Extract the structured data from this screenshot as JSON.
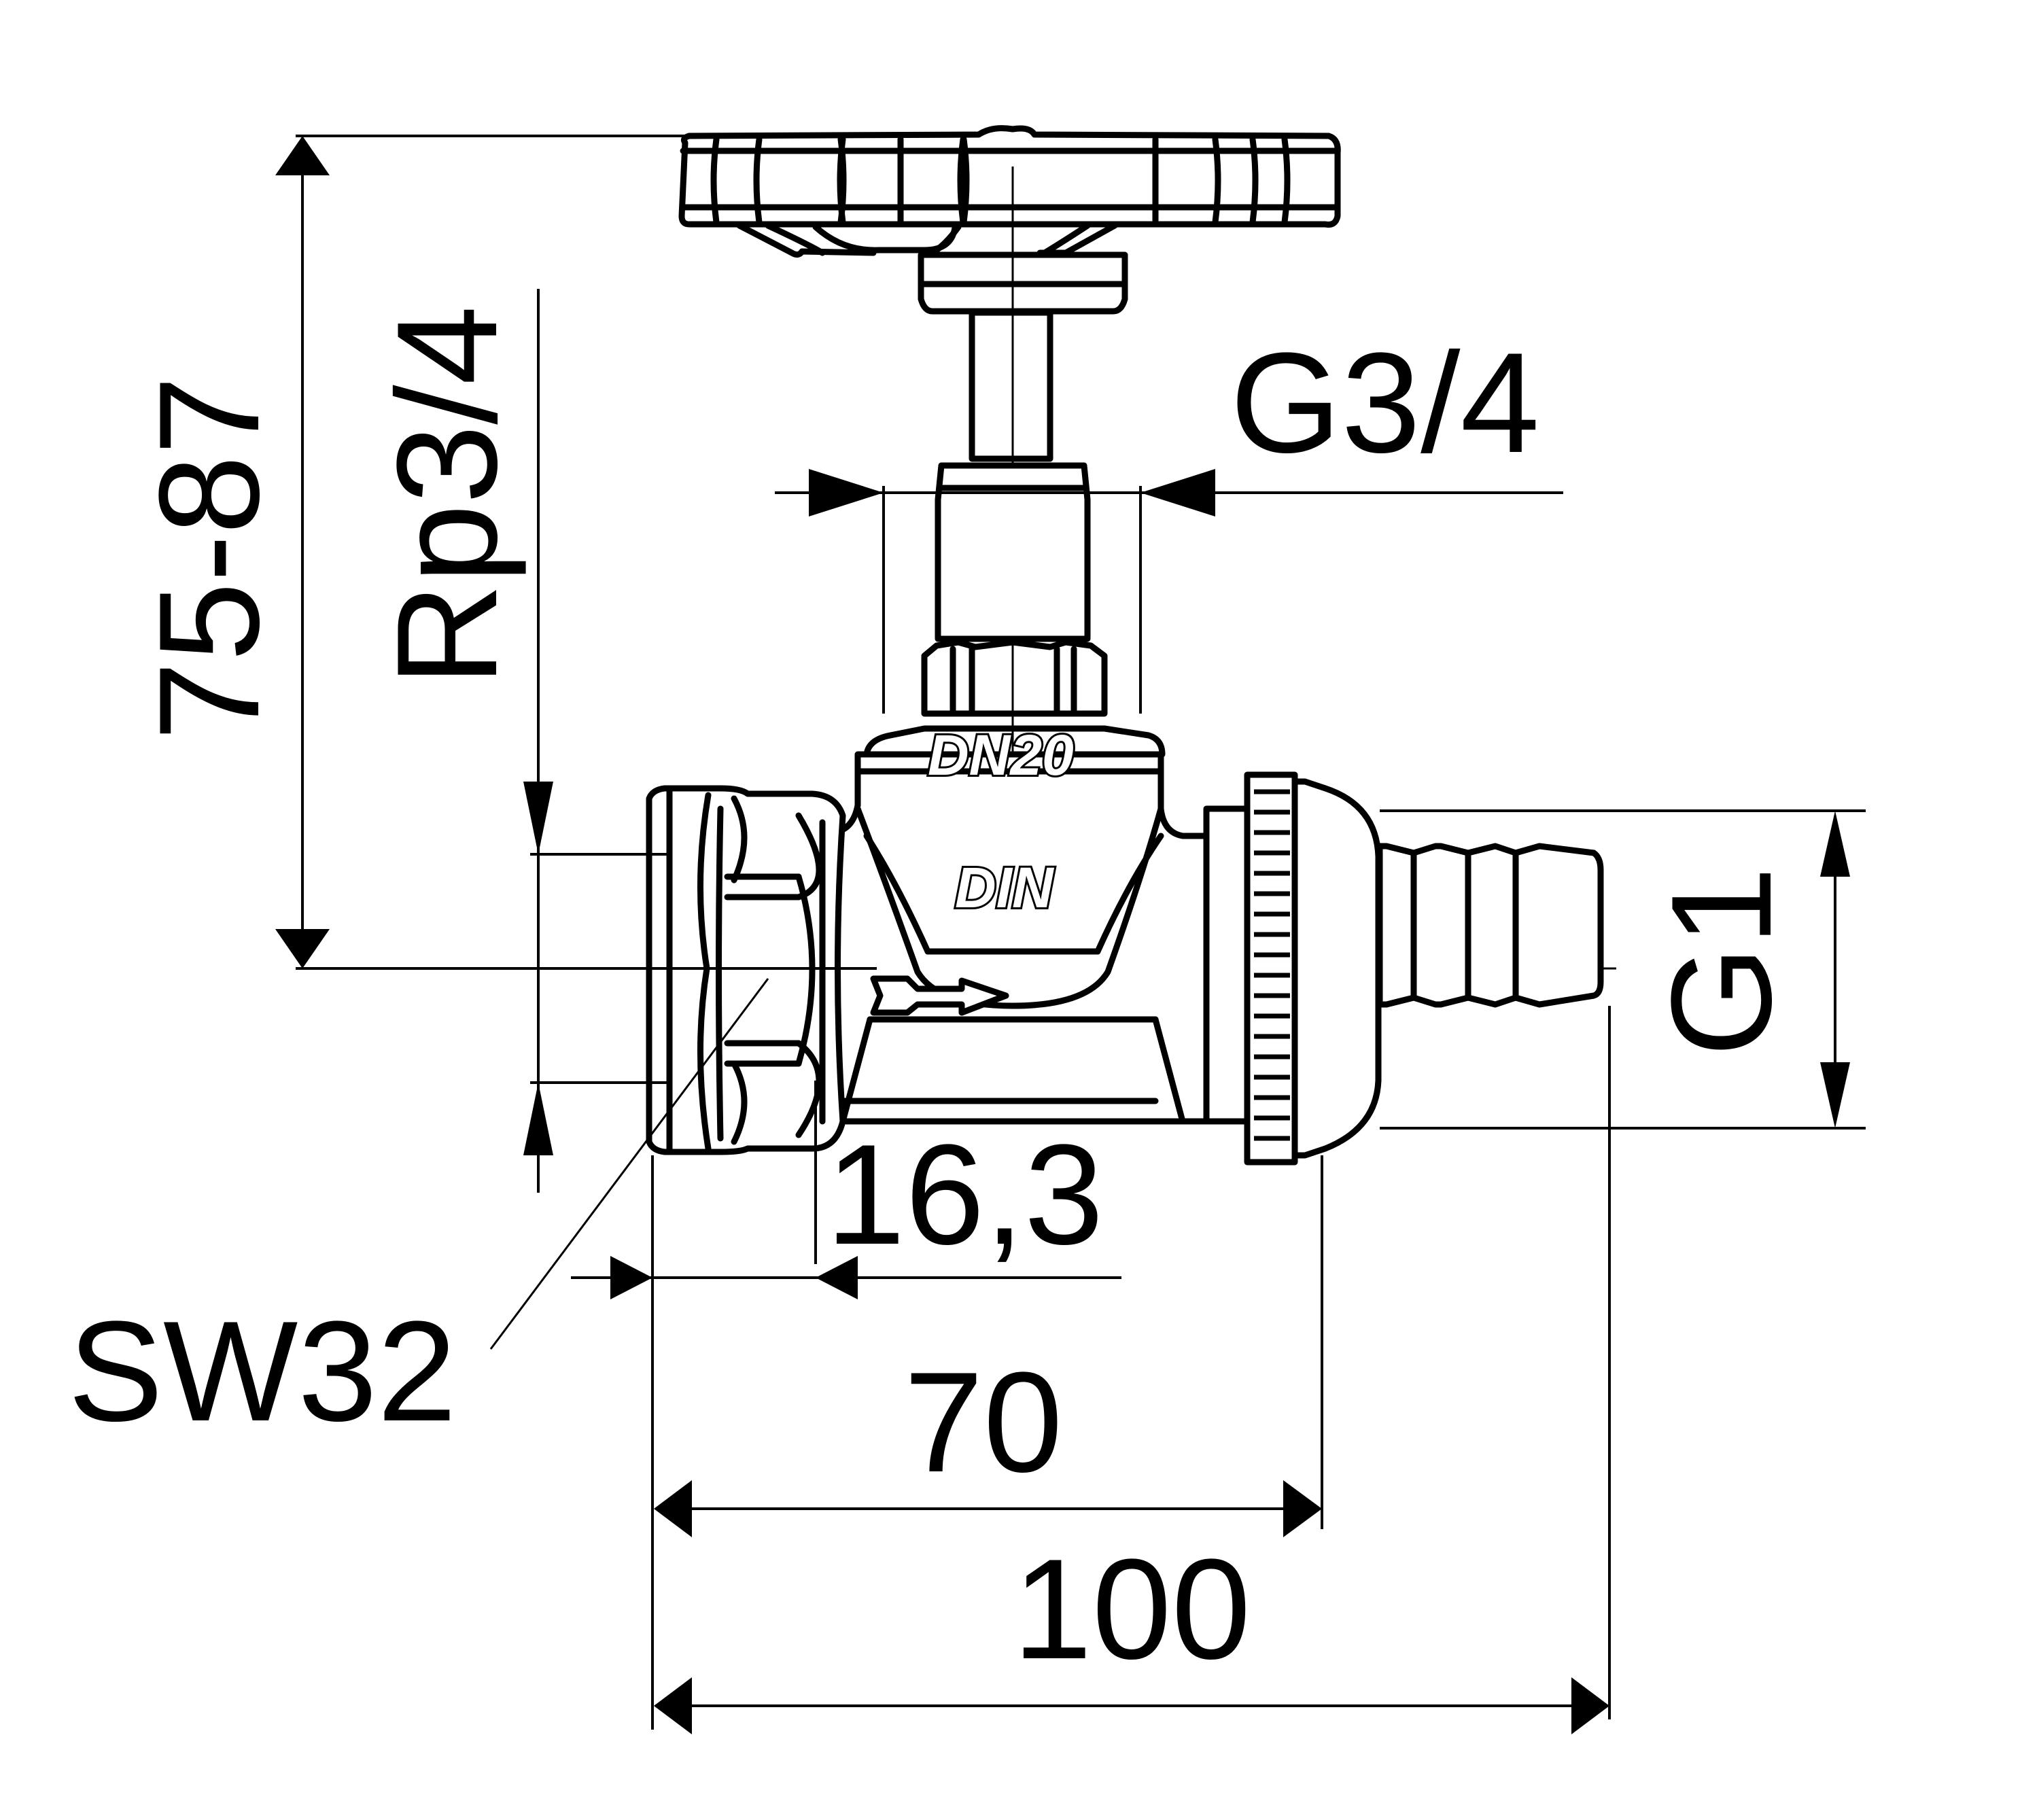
{
  "drawing": {
    "subject": "Straight-seat globe valve with hose nozzle",
    "body_markings": {
      "nominal_size": "DN20",
      "standard": "DIN"
    },
    "dimensions": {
      "overall_height": "75-87",
      "inlet_thread": "Rp3/4",
      "bonnet_thread": "G3/4",
      "outlet_thread": "G1",
      "wrench_size": "SW32",
      "inlet_offset": "16,3",
      "body_length": "70",
      "overall_length": "100"
    },
    "colors": {
      "line": "#000000",
      "background": "#ffffff"
    }
  }
}
